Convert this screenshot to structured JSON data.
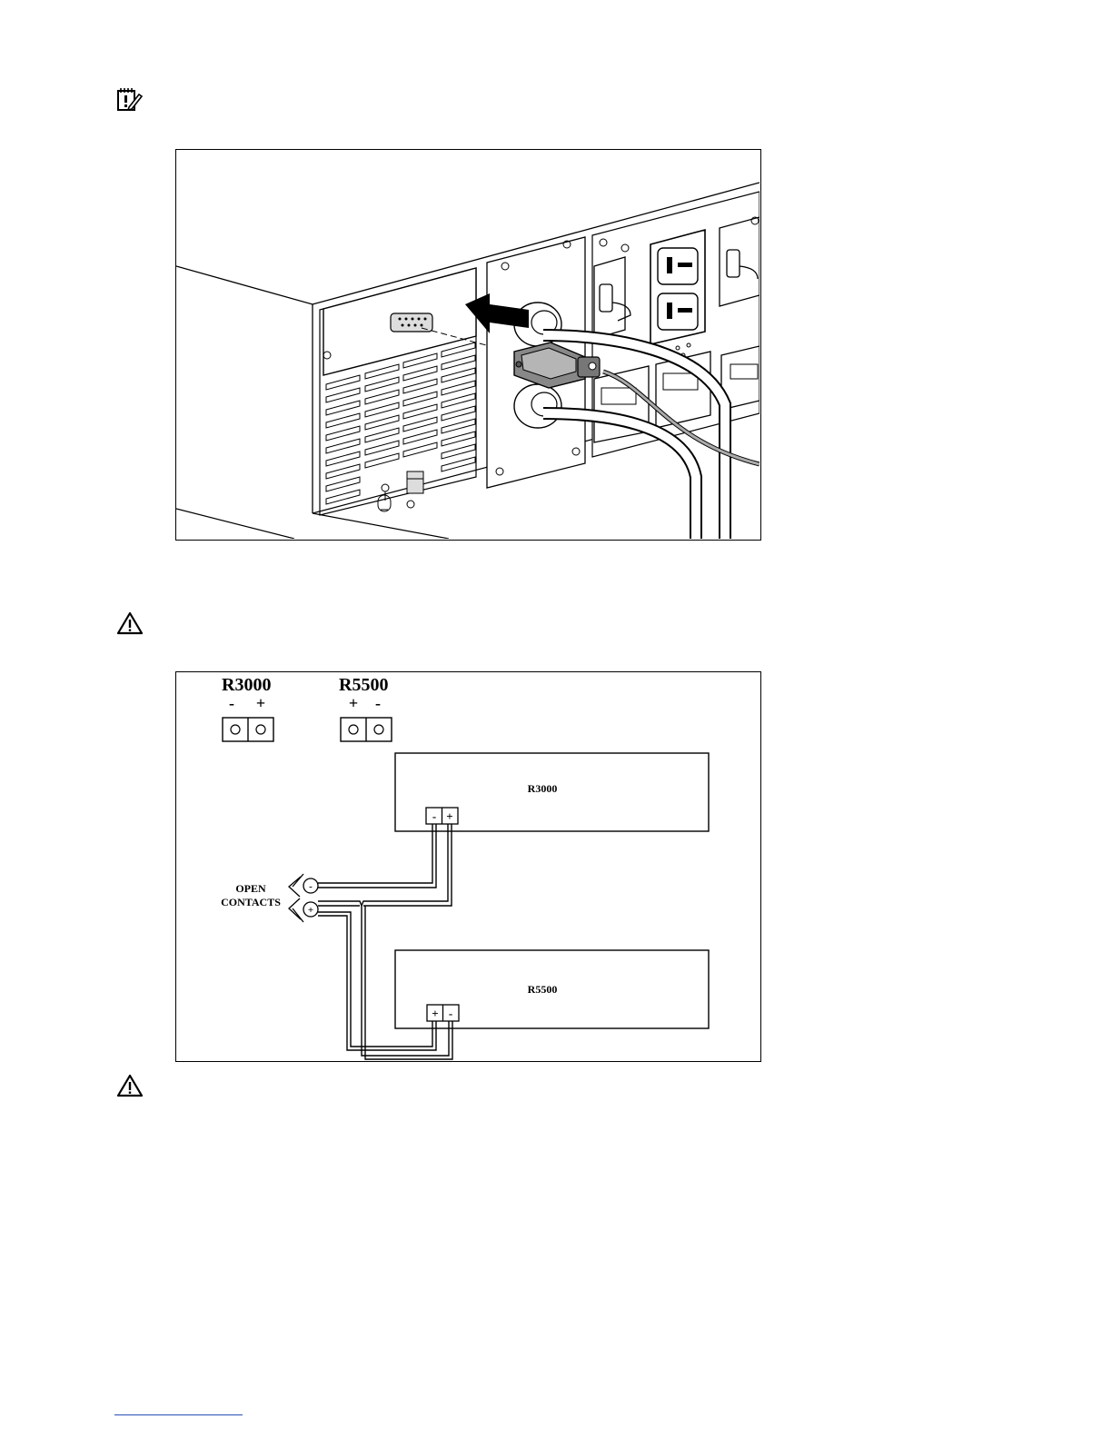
{
  "icons": {
    "important": "important-notepad-icon",
    "caution_1": "caution-triangle-icon",
    "caution_2": "caution-triangle-icon"
  },
  "figure_2": {
    "r3000_heading": "R3000",
    "r3000_minus": "-",
    "r3000_plus": "+",
    "r5500_heading": "R5500",
    "r5500_plus": "+",
    "r5500_minus": "-",
    "box_r3000_label": "R3000",
    "box_r3000_term_minus": "-",
    "box_r3000_term_plus": "+",
    "box_r5500_label": "R5500",
    "box_r5500_term_plus": "+",
    "box_r5500_term_minus": "-",
    "open_contacts_line1": "OPEN",
    "open_contacts_line2": "CONTACTS",
    "contact_minus": "-",
    "contact_plus": "+"
  },
  "colors": {
    "footer_rule": "#2a4fb5"
  }
}
